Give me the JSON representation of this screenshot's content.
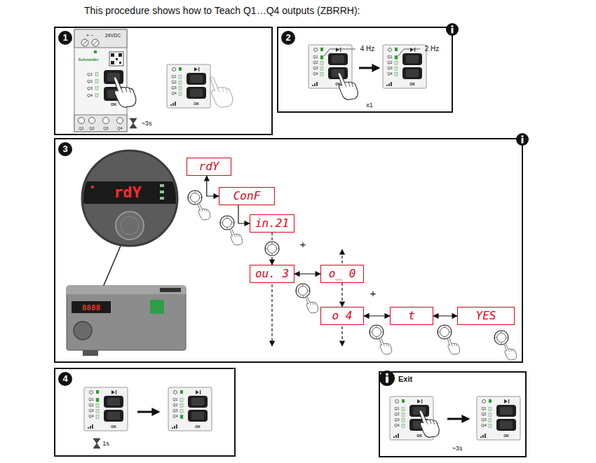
{
  "diagram": {
    "title": "This procedure shows how to Teach Q1…Q4 outputs (ZBRRH):",
    "nodes": [
      {
        "text": [
          "1"
        ]
      },
      {
        "text": [
          "2"
        ]
      },
      {
        "text": [
          "3"
        ]
      },
      {
        "text": [
          "rdY"
        ],
        "in": 2
      },
      {
        "text": [
          "ConF"
        ],
        "in": 2
      },
      {
        "text": [
          "in.21"
        ],
        "in": 2
      },
      {
        "text": [
          "ou. 3"
        ],
        "in": 2
      },
      {
        "text": [
          "o_ 0"
        ],
        "in": 2
      },
      {
        "text": [
          "o 4"
        ],
        "in": 2
      },
      {
        "text": [
          "t"
        ],
        "in": 2
      },
      {
        "text": [
          "YES"
        ],
        "in": 2
      },
      {
        "text": [
          "4"
        ]
      },
      {
        "text": [
          "Exit"
        ]
      }
    ],
    "edges": [
      {
        "from": 3,
        "to": 4,
        "arrow": "both"
      },
      {
        "from": 4,
        "to": 5,
        "arrow": "to"
      },
      {
        "from": 5,
        "to": 6,
        "arrow": "to"
      },
      {
        "from": 6,
        "to": 7,
        "arrow": "both"
      },
      {
        "from": 7,
        "to": 8,
        "arrow": "to"
      },
      {
        "from": 8,
        "to": 9,
        "arrow": "both"
      },
      {
        "from": 9,
        "to": 10,
        "arrow": "both"
      }
    ],
    "labels": [
      "+ −",
      "24VDC",
      "Schneider",
      "Q1",
      "Q2",
      "Q3",
      "Q4",
      "OK",
      "Q1",
      "Q2",
      "Q3",
      "Q4",
      "~3s",
      "Q1",
      "Q2",
      "Q3",
      "Q4",
      "OK",
      "Q1",
      "Q2",
      "Q3",
      "Q4",
      "OK",
      "4 Hz",
      "x1",
      "Q1",
      "Q2",
      "Q3",
      "Q4",
      "OK",
      "2 Hz",
      "rdY",
      "8888",
      "+",
      "+",
      "Q1",
      "Q2",
      "Q3",
      "Q4",
      "OK",
      "Q1",
      "Q2",
      "Q3",
      "Q4",
      "OK",
      "1s",
      "Q1",
      "Q2",
      "Q3",
      "Q4",
      "OK",
      "Q1",
      "Q2",
      "Q3",
      "Q4",
      "OK",
      "~3s"
    ]
  }
}
